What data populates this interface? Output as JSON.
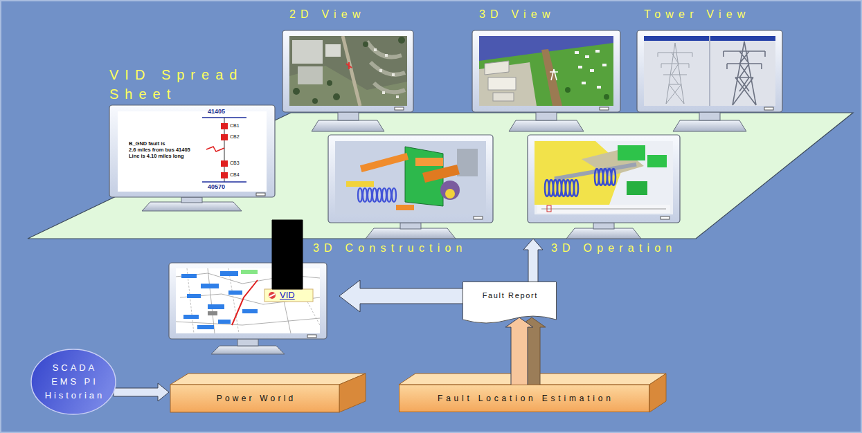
{
  "diagram": {
    "nodes": [
      {
        "text": [
          "2D View"
        ]
      },
      {
        "text": [
          "3D View"
        ]
      },
      {
        "text": [
          "Tower View"
        ]
      },
      {
        "text": [
          "VID Spread Sheet"
        ]
      },
      {
        "text": [
          "3D Construction"
        ]
      },
      {
        "text": [
          "3D Operation"
        ]
      },
      {
        "text": [
          "Power World"
        ]
      },
      {
        "text": [
          "VID"
        ],
        "in": 6
      },
      {
        "text": [
          "Fault Report"
        ]
      },
      {
        "text": [
          "SCADA EMS PI Historian"
        ]
      },
      {
        "text": [
          "Fault Location Estimation"
        ]
      }
    ],
    "edges": [
      {
        "from": 9,
        "to": 6,
        "arrow": "to"
      },
      {
        "from": 8,
        "to": 6,
        "arrow": "to"
      },
      {
        "from": 8,
        "to": 5,
        "arrow": "to"
      },
      {
        "from": 10,
        "to": 8,
        "arrow": "to"
      },
      {
        "from": 7,
        "to": 3,
        "arrow": "none"
      }
    ],
    "labels": [
      "41405",
      "CB1",
      "CB2",
      "B_GND fault is",
      "2.6 miles from bus 41405",
      "Line is 4.10 miles long",
      "CB3",
      "CB4",
      "40570"
    ]
  }
}
